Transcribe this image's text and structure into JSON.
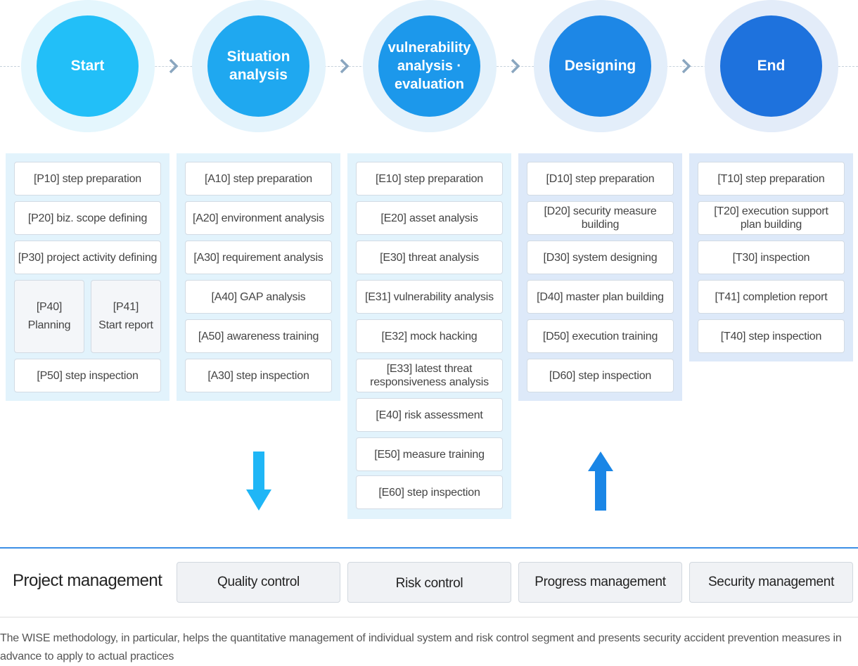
{
  "colors": {
    "circle_1": "#22bff8",
    "circle_2": "#1fa8f0",
    "circle_3": "#1c98eb",
    "circle_4": "#1d87e6",
    "circle_5": "#1e72dd",
    "arrow_down": "#1fb6f6",
    "arrow_up": "#1a86e6",
    "chevron": "#8aa6bf"
  },
  "phases": [
    {
      "label": "Start"
    },
    {
      "label": "Situation\nanalysis"
    },
    {
      "label": "vulnerability\nanalysis ·\nevaluation"
    },
    {
      "label": "Designing"
    },
    {
      "label": "End"
    }
  ],
  "columns": {
    "p": {
      "steps": [
        "[P10] step preparation",
        "[P20] biz. scope defining",
        "[P30] project activity defining"
      ],
      "sub": [
        "[P40]\nPlanning",
        "[P41]\nStart report"
      ],
      "last": "[P50] step inspection"
    },
    "a": {
      "steps": [
        "[A10] step preparation",
        "[A20] environment analysis",
        "[A30] requirement analysis",
        "[A40] GAP analysis",
        "[A50] awareness training",
        "[A30] step inspection"
      ]
    },
    "e": {
      "steps": [
        "[E10] step preparation",
        "[E20] asset analysis",
        "[E30] threat analysis",
        "[E31] vulnerability analysis",
        "[E32] mock hacking",
        "[E33] latest threat\nresponsiveness analysis",
        "[E40] risk assessment",
        "[E50] measure training",
        "[E60] step inspection"
      ]
    },
    "d": {
      "steps": [
        "[D10] step preparation",
        "[D20] security measure\nbuilding",
        "[D30] system designing",
        "[D40] master plan building",
        "[D50] execution training",
        "[D60] step inspection"
      ]
    },
    "t": {
      "steps": [
        "[T10] step preparation",
        "[T20] execution support\nplan building",
        "[T30] inspection",
        "[T41] completion report",
        "[T40] step inspection"
      ]
    }
  },
  "project_management": {
    "title": "Project management",
    "items": [
      "Quality control",
      "Risk control",
      "Progress management",
      "Security management"
    ]
  },
  "footnote": "The WISE methodology, in particular, helps the quantitative management of individual system and risk control segment and presents security accident prevention measures in advance to apply to actual practices"
}
